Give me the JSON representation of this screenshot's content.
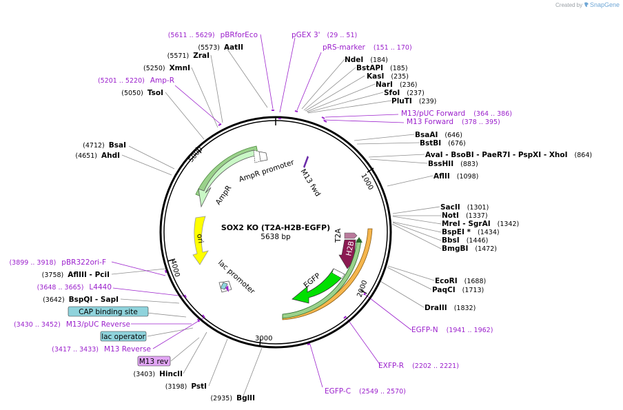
{
  "credit": {
    "created_by": "Created by",
    "brand": "SnapGene"
  },
  "plasmid": {
    "name": "SOX2 KO (T2A-H2B-EGFP)",
    "size": "5638 bp"
  },
  "ticks": [
    "1000",
    "2000",
    "3000",
    "4000",
    "5000"
  ],
  "enzymes": [
    {
      "name": "AatII",
      "pos": "(5573)"
    },
    {
      "name": "ZraI",
      "pos": "(5571)"
    },
    {
      "name": "XmnI",
      "pos": "(5250)"
    },
    {
      "name": "TsoI",
      "pos": "(5050)"
    },
    {
      "name": "BsaI",
      "pos": "(4712)"
    },
    {
      "name": "AhdI",
      "pos": "(4651)"
    },
    {
      "name": "NdeI",
      "pos": "(184)"
    },
    {
      "name": "BstAPI",
      "pos": "(185)"
    },
    {
      "name": "KasI",
      "pos": "(235)"
    },
    {
      "name": "NarI",
      "pos": "(236)"
    },
    {
      "name": "SfoI",
      "pos": "(237)"
    },
    {
      "name": "PluTI",
      "pos": "(239)"
    },
    {
      "name": "BsaAI",
      "pos": "(646)"
    },
    {
      "name": "BstBI",
      "pos": "(676)"
    },
    {
      "name": "AvaI - BsoBI - PaeR7I - PspXI - XhoI",
      "pos": "(864)"
    },
    {
      "name": "BssHII",
      "pos": "(883)"
    },
    {
      "name": "AflII",
      "pos": "(1098)"
    },
    {
      "name": "SacII",
      "pos": "(1301)"
    },
    {
      "name": "NotI",
      "pos": "(1337)"
    },
    {
      "name": "MreI - SgrAI",
      "pos": "(1342)"
    },
    {
      "name": "BspEI *",
      "pos": "(1434)"
    },
    {
      "name": "BbsI",
      "pos": "(1446)"
    },
    {
      "name": "BmgBI",
      "pos": "(1472)"
    },
    {
      "name": "EcoRI",
      "pos": "(1688)"
    },
    {
      "name": "PaqCI",
      "pos": "(1713)"
    },
    {
      "name": "DraIII",
      "pos": "(1832)"
    },
    {
      "name": "AflIII - PciI",
      "pos": "(3758)"
    },
    {
      "name": "BspQI - SapI",
      "pos": "(3642)"
    },
    {
      "name": "HincII",
      "pos": "(3403)"
    },
    {
      "name": "PstI",
      "pos": "(3198)"
    },
    {
      "name": "BglII",
      "pos": "(2935)"
    }
  ],
  "primers": [
    {
      "name": "pBRforEco",
      "pos": "(5611 .. 5629)"
    },
    {
      "name": "pGEX 3'",
      "pos": "(29 .. 51)"
    },
    {
      "name": "pRS-marker",
      "pos": "(151 .. 170)"
    },
    {
      "name": "Amp-R",
      "pos": "(5201 .. 5220)"
    },
    {
      "name": "M13/pUC Forward",
      "pos": "(364 .. 386)"
    },
    {
      "name": "M13 Forward",
      "pos": "(378 .. 395)"
    },
    {
      "name": "pBR322ori-F",
      "pos": "(3899 .. 3918)"
    },
    {
      "name": "L4440",
      "pos": "(3648 .. 3665)"
    },
    {
      "name": "M13/pUC Reverse",
      "pos": "(3430 .. 3452)"
    },
    {
      "name": "M13 Reverse",
      "pos": "(3417 .. 3433)"
    },
    {
      "name": "EGFP-N",
      "pos": "(1941 .. 1962)"
    },
    {
      "name": "EXFP-R",
      "pos": "(2202 .. 2221)"
    },
    {
      "name": "EGFP-C",
      "pos": "(2549 .. 2570)"
    }
  ],
  "boxed_features": [
    {
      "name": "CAP binding site",
      "color": "#8fd3dc"
    },
    {
      "name": "lac operator",
      "color": "#8fd3dc"
    },
    {
      "name": "M13 rev",
      "color": "#e2a6f5"
    }
  ],
  "features": {
    "ampr": "AmpR",
    "ampr_promoter": "AmpR promoter",
    "m13_fwd": "M13 fwd",
    "ori": "ori",
    "lac_promoter": "lac promoter",
    "t2a": "T2A",
    "h2b": "H2B",
    "egfp": "EGFP"
  },
  "colors": {
    "primer": "#9b20cc",
    "ampr": "#c9f7c6",
    "ori": "#ffff00",
    "egfp": "#00e000",
    "h2b": "#8b1a52",
    "t2a": "#b97a9c",
    "orange_arc": "#f5b64d"
  }
}
